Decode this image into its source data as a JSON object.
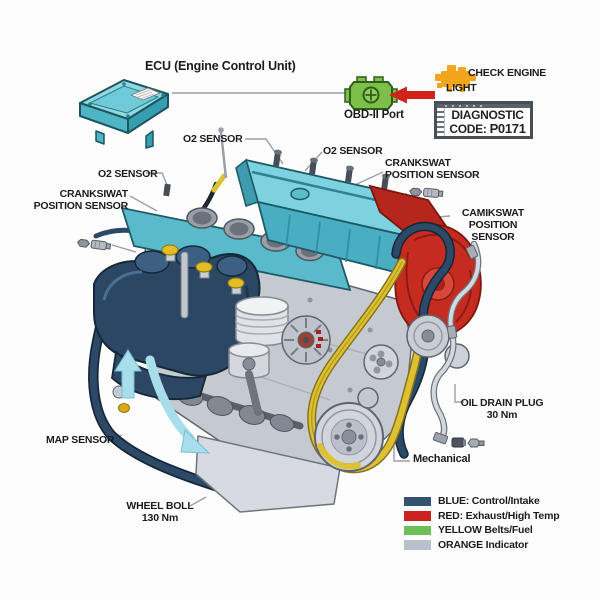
{
  "title": {
    "ecu": "ECU (Engine Control Unit)"
  },
  "top_right": {
    "check_engine_line1": "CHECK ENGINE",
    "check_engine_line2": "LIGHT",
    "obd_label": "OBD-II Port",
    "diagnostic_line1": "DIAGNOSTIC",
    "diagnostic_code_prefix": "CODE:",
    "diagnostic_code": "P0171"
  },
  "callouts": {
    "o2_sensor_top": "O2 SENSOR",
    "o2_sensor_mid": "O2 SENSOR",
    "o2_sensor_left": "O2 SENSOR",
    "crankswat_right_line1": "CRANKSWAT",
    "crankswat_right_line2": "POSITION SENSOR",
    "camikswat_line1": "CAMIKSWAT",
    "camikswat_line2": "POSITION SENSOR",
    "cranksiwat_left_line1": "CRANKSIWAT",
    "cranksiwat_left_line2": "POSITION SENSOR",
    "map_sensor": "MAP SENSOR",
    "wheel_boll_line1": "WHEEL BOLL",
    "wheel_boll_line2": "130 Nm",
    "oil_drain_line1": "OIL DRAIN PLUG",
    "oil_drain_line2": "30 Nm",
    "mechanical": "Mechanical"
  },
  "legend": {
    "items": [
      {
        "swatch": "#35536F",
        "label": "BLUE: Control/Intake"
      },
      {
        "swatch": "#C8231F",
        "label": "RED: Exhaust/High Temp"
      },
      {
        "swatch": "#6EBE59",
        "label": "YELLOW Belts/Fuel"
      },
      {
        "swatch": "#B7C2CC",
        "label": "ORANGE Indicator"
      }
    ]
  },
  "colors": {
    "teal": "#58BACA",
    "navy": "#2B4763",
    "red": "#C62B20",
    "belt_yellow": "#DDC133",
    "orange_indicator": "#F2A41C",
    "obd_green": "#7CBF49",
    "arrow_red": "#D2231A",
    "flow_blue": "#A8DDEB"
  }
}
